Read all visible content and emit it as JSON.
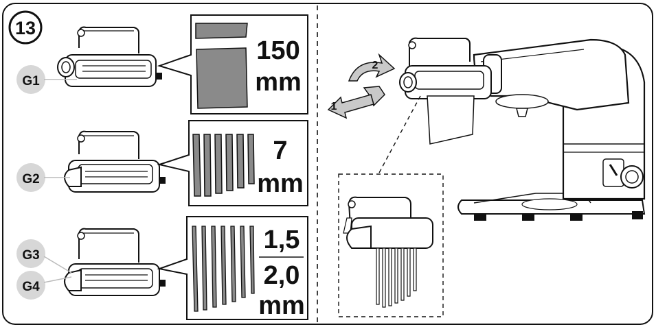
{
  "step_number": "13",
  "attachments": [
    {
      "id": "G1",
      "size_top": "150",
      "size_unit": "mm",
      "cut": "sheet"
    },
    {
      "id": "G2",
      "size_top": "7",
      "size_unit": "mm",
      "cut": "fettuccine"
    },
    {
      "id": "G3",
      "id2": "G4",
      "size_top": "1,5",
      "size_mid": "2,0",
      "size_unit": "mm",
      "cut": "spaghetti"
    }
  ],
  "arrows": {
    "remove_step": "1",
    "rotate_step": "2"
  },
  "colors": {
    "ink": "#111111",
    "fill_gray": "#8a8a8a",
    "badge_gray": "#d7d7d7",
    "arrow_gray": "#c9c9c9"
  },
  "icons": [
    "pasta-roller-icon",
    "stand-mixer-icon",
    "rotate-arrow-icon",
    "pull-arrow-icon"
  ]
}
